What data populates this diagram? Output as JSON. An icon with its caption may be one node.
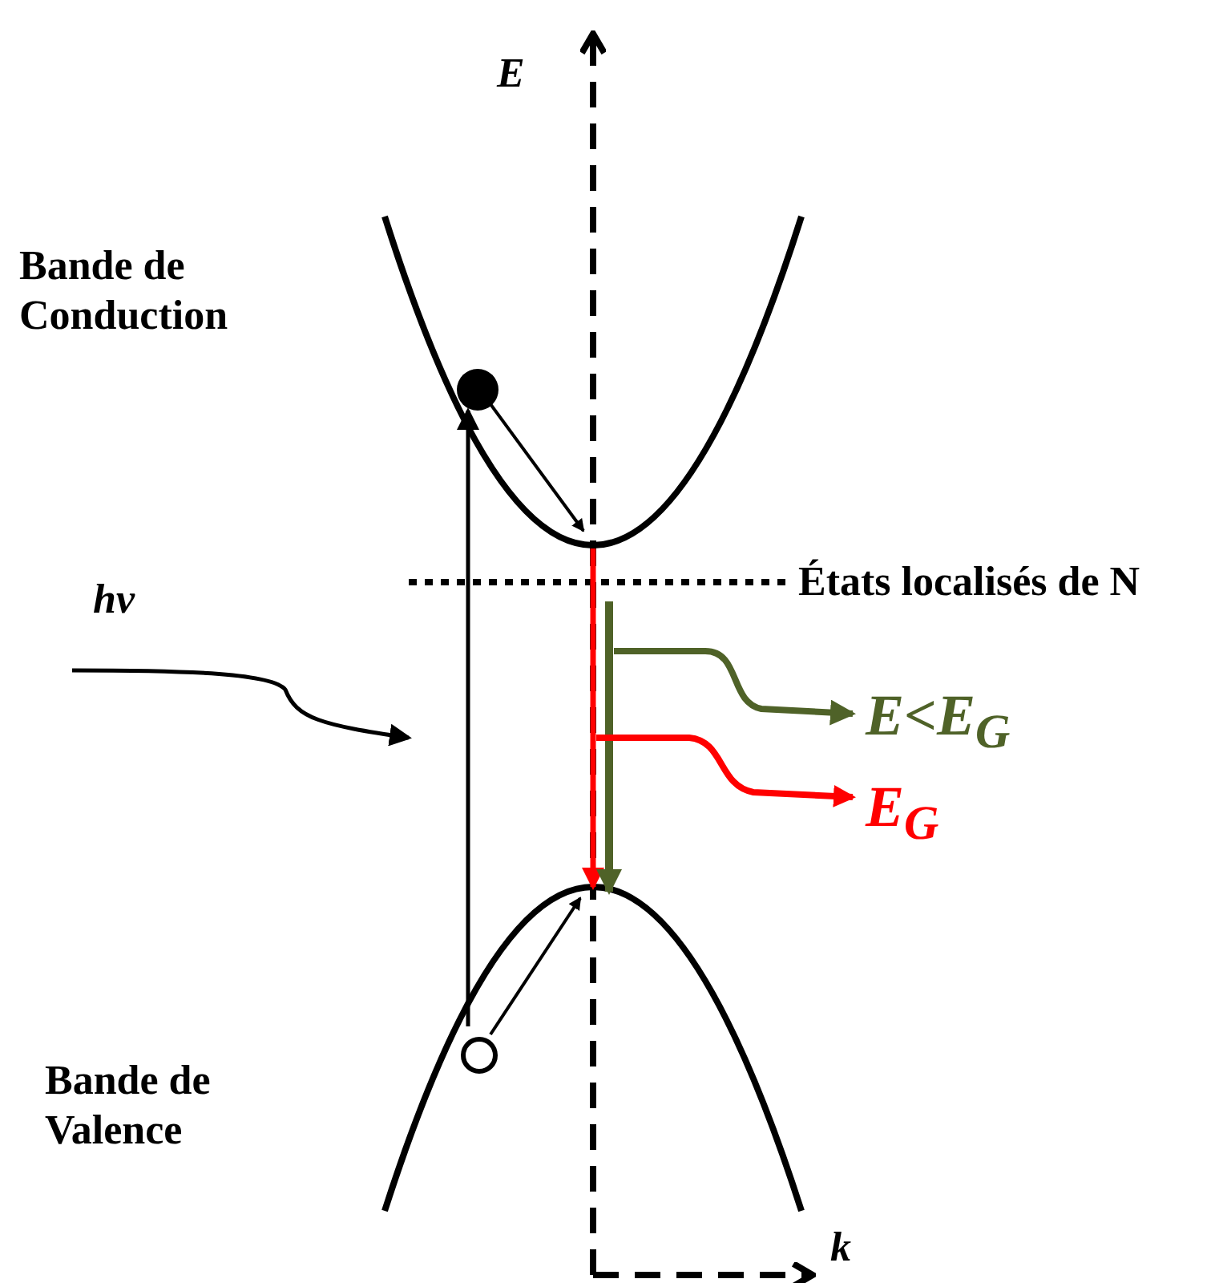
{
  "diagram": {
    "labels": [
      "E",
      "Bande de Conduction",
      "hν",
      "États localisés de N",
      "E<E$_{G}$",
      "E$_{G}$",
      "Bande de Valence",
      "k"
    ]
  }
}
